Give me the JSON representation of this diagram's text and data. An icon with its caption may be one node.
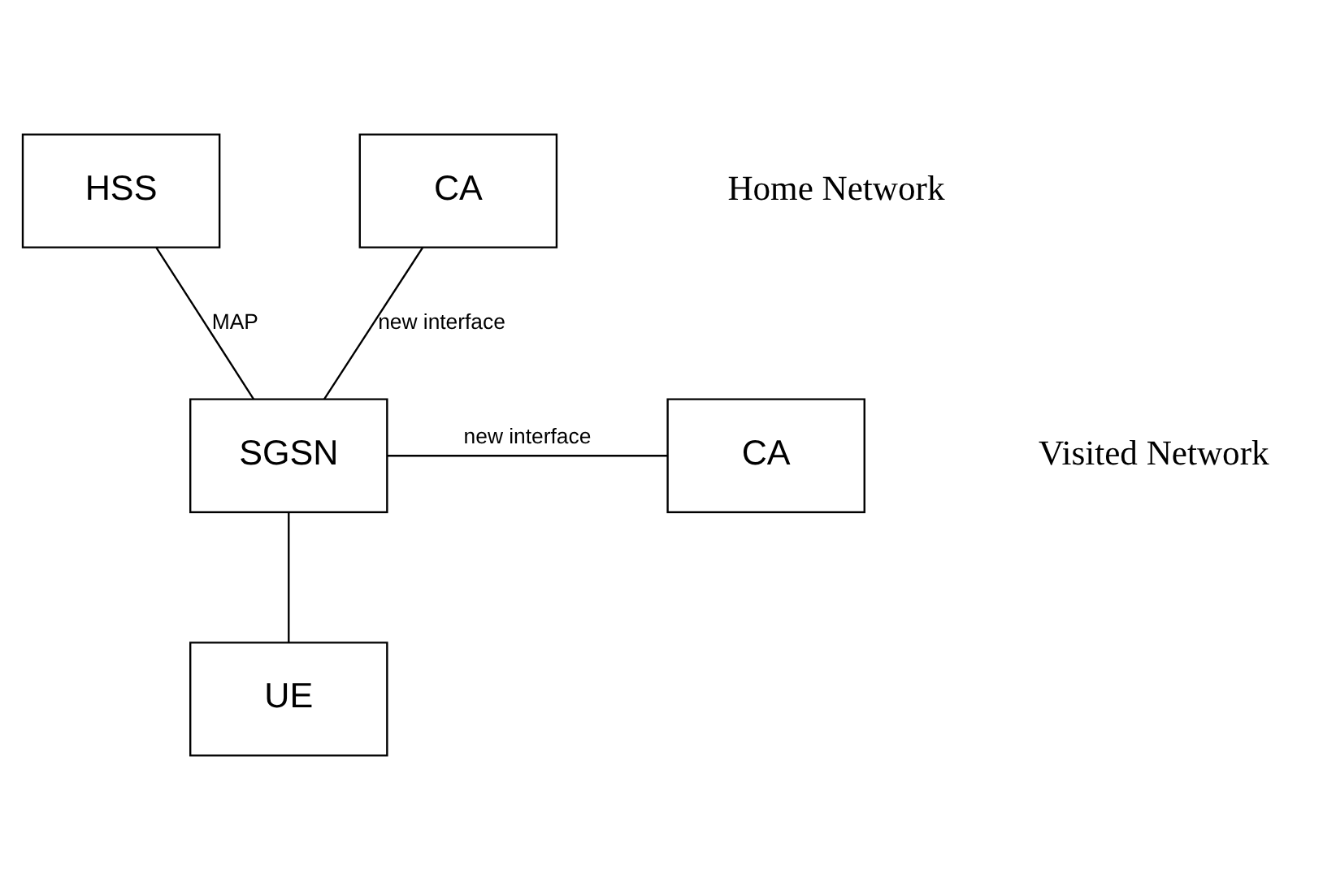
{
  "diagram": {
    "nodes": [
      {
        "text": [
          "HSS"
        ]
      },
      {
        "text": [
          "CA"
        ]
      },
      {
        "text": [
          "SGSN"
        ]
      },
      {
        "text": [
          "CA"
        ]
      },
      {
        "text": [
          "UE"
        ]
      }
    ],
    "edges": [
      {
        "from": 0,
        "to": 2,
        "arrow": "none",
        "label": "MAP"
      },
      {
        "from": 2,
        "to": 1,
        "arrow": "none",
        "label": "new interface"
      },
      {
        "from": 2,
        "to": 3,
        "arrow": "none",
        "label": "new interface"
      },
      {
        "from": 2,
        "to": 4,
        "arrow": "none"
      }
    ],
    "labels": [
      "Home Network",
      "Visited Network"
    ]
  }
}
